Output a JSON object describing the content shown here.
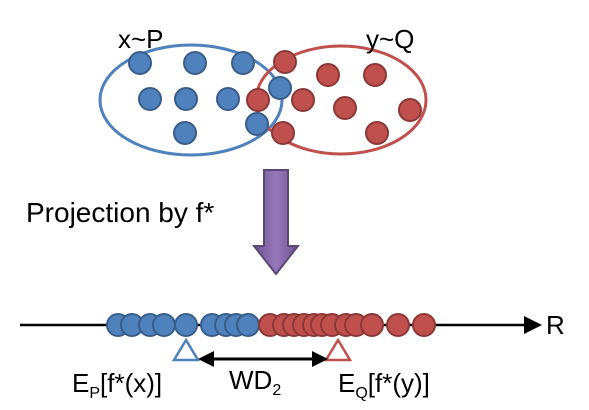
{
  "labels": {
    "set_p": "x~P",
    "set_q": "y~Q",
    "projection": "Projection by f*",
    "axis": "R",
    "ep_main": "E",
    "ep_sub": "P",
    "ep_rest": "[f*(x)]",
    "wd_main": "WD",
    "wd_sub": "2",
    "eq_main": "E",
    "eq_sub": "Q",
    "eq_rest": "[f*(y)]"
  },
  "colors": {
    "blue_fill": "#4f81bd",
    "blue_stroke": "#385d8a",
    "red_fill": "#c0504d",
    "red_stroke": "#8c3836",
    "arrow_purple": "#8064a2",
    "arrow_purple_stroke": "#5c4776"
  },
  "icons": {
    "mean_marker_p": "triangle-up-outline-blue",
    "mean_marker_q": "triangle-up-outline-red"
  }
}
